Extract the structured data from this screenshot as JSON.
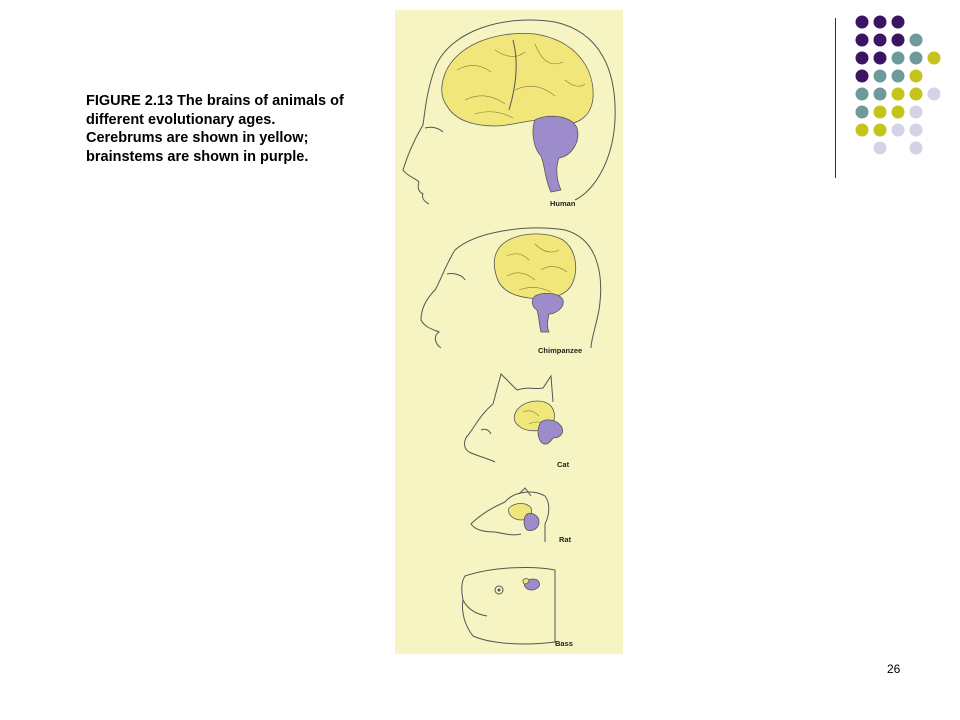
{
  "caption": "FIGURE 2.13 The brains of animals of different evolutionary ages.  Cerebrums are shown in yellow; brainstems are shown in purple.",
  "figure": {
    "labels": {
      "human": "Human",
      "chimpanzee": "Chimpanzee",
      "cat": "Cat",
      "rat": "Rat",
      "bass": "Bass"
    },
    "colors": {
      "cerebrum": "#f0e67a",
      "brainstem": "#9d8ccc",
      "background": "#f5f4c2"
    }
  },
  "decor": {
    "dot_colors": {
      "dark_purple": "#3b1464",
      "teal": "#6d9a9b",
      "olive": "#c5c41c",
      "lavender": "#d4d2e6"
    }
  },
  "page_number": "26"
}
